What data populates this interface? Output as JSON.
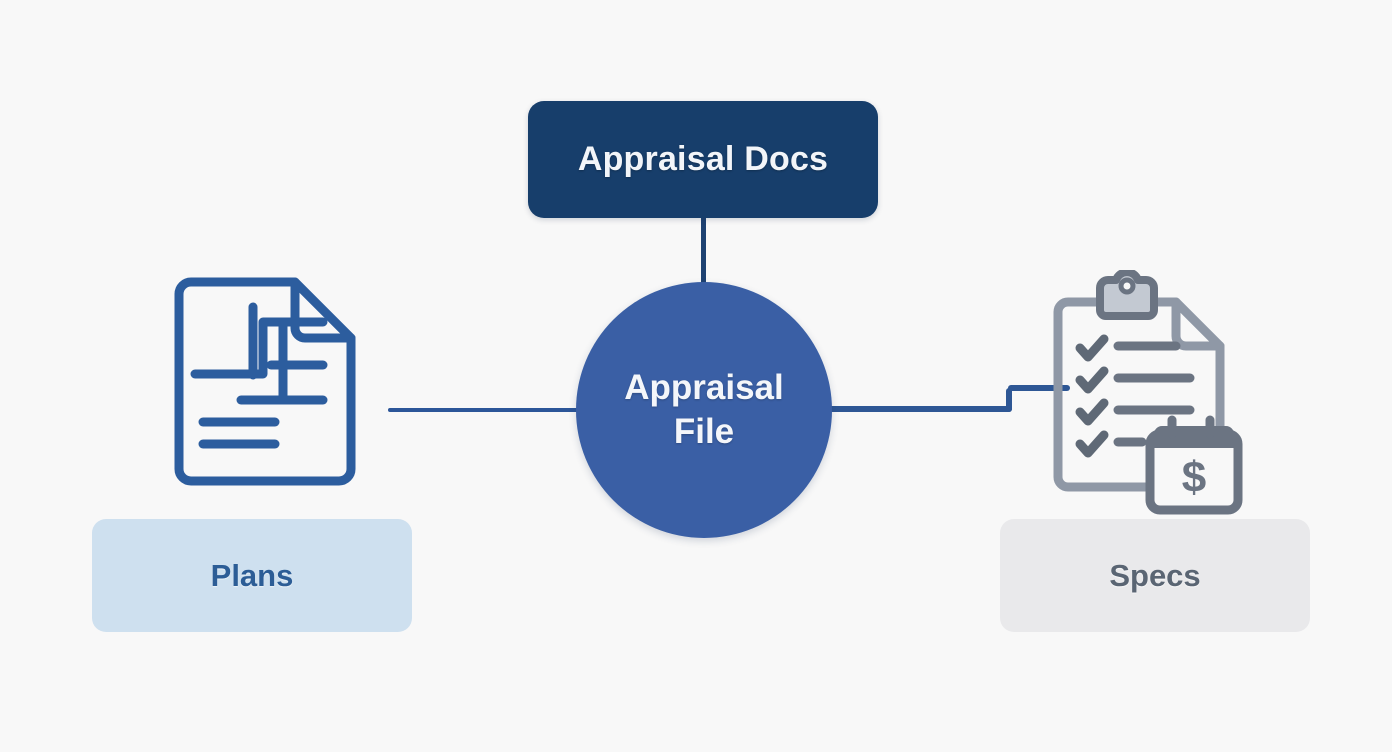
{
  "diagram": {
    "background_color": "#f8f8f8",
    "title_node": {
      "label": "Appraisal Docs",
      "fill": "#173e6b",
      "text_color": "#f2f5f9"
    },
    "center_node": {
      "label_line1": "Appraisal",
      "label_line2": "File",
      "fill": "#3a5fa5",
      "text_color": "#f4f6fa"
    },
    "left_branch": {
      "pill_label": "Plans",
      "pill_fill": "#cee0ef",
      "pill_text_color": "#2c5d96",
      "icon": "blueprint-document-icon",
      "icon_color": "#2c5d9e"
    },
    "right_branch": {
      "pill_label": "Specs",
      "pill_fill": "#e9e9eb",
      "pill_text_color": "#5a6573",
      "icon": "clipboard-checklist-icon",
      "icon_color": "#6b7482"
    },
    "connectors": {
      "color_vertical": "#1e4272",
      "color_left": "#2c5699",
      "color_right": "#2e5795"
    }
  }
}
